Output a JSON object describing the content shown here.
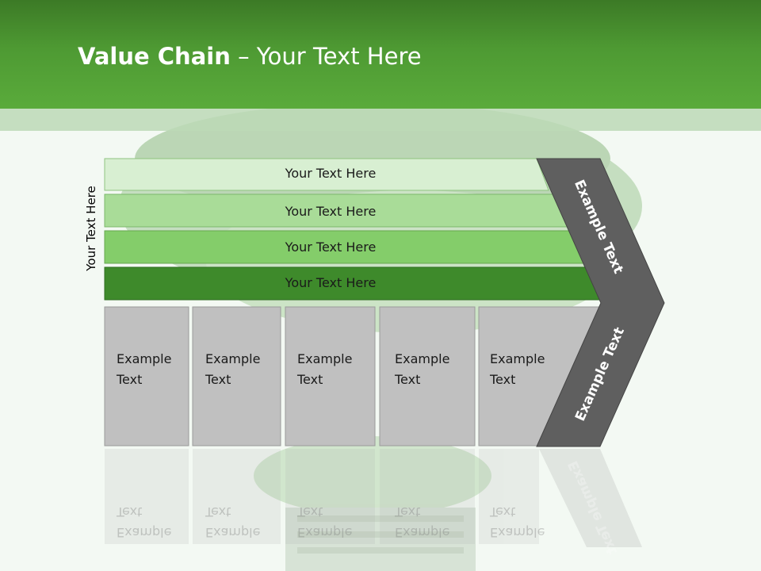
{
  "title": {
    "bold": "Value Chain",
    "rest": " – Your Text Here"
  },
  "side_label": "Your Text Here",
  "bars": [
    {
      "label": "Your Text Here",
      "color": "#d8efd2"
    },
    {
      "label": "Your Text Here",
      "color": "#a9dc98"
    },
    {
      "label": "Your Text Here",
      "color": "#84cd6a"
    },
    {
      "label": "Your Text Here",
      "color": "#3e8a2b"
    }
  ],
  "boxes": [
    {
      "line1": "Example",
      "line2": "Text"
    },
    {
      "line1": "Example",
      "line2": "Text"
    },
    {
      "line1": "Example",
      "line2": "Text"
    },
    {
      "line1": "Example",
      "line2": "Text"
    },
    {
      "line1": "Example",
      "line2": "Text"
    }
  ],
  "chevron": {
    "top_label": "Example Text",
    "bottom_label": "Example Text",
    "color": "#5f5f5f"
  },
  "colors": {
    "header": "#4e9a33",
    "box_fill": "#c0c0c0",
    "box_stroke": "#9a9a9a"
  }
}
